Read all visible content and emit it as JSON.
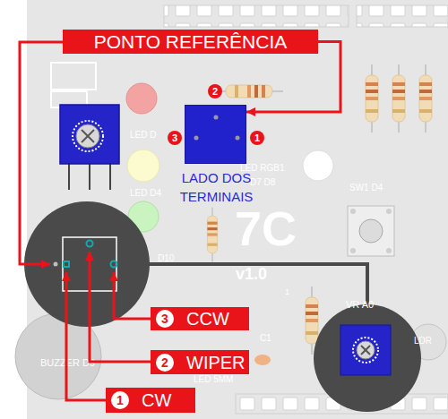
{
  "diagram": {
    "nodes": [
      {
        "text": [
          "PONTO REFERÊNCIA"
        ]
      },
      {
        "text": [
          "2"
        ]
      },
      {
        "text": [
          "3"
        ]
      },
      {
        "text": [
          "LADO DOS TERMINAIS"
        ]
      },
      {
        "text": [
          "1"
        ]
      },
      {
        "text": [
          "CCW"
        ]
      },
      {
        "text": [
          "3"
        ],
        "in": 5
      },
      {
        "text": [
          "WIPER"
        ]
      },
      {
        "text": [
          "2"
        ],
        "in": 7
      },
      {
        "text": [
          "CW"
        ]
      },
      {
        "text": [
          "1"
        ],
        "in": 9
      }
    ],
    "edges": [
      {
        "from": 0,
        "to": 3,
        "arrow": "to"
      }
    ],
    "labels": [
      "LED D",
      "LED D4",
      "D10",
      "LED RGB1",
      "D7 D8",
      "SW1 D4",
      "7C",
      "v1.0",
      "1",
      "C1",
      "LED 5MM",
      "BUZZER D9",
      "VR A0",
      "LDR"
    ]
  }
}
